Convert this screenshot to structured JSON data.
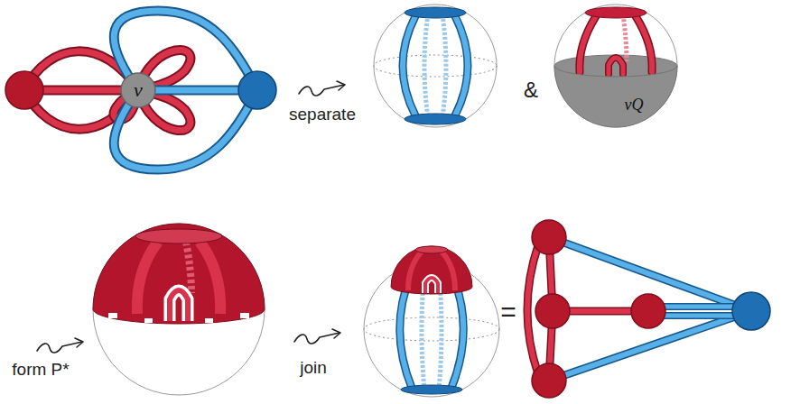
{
  "diagram": {
    "nodes": [
      {
        "text": [
          "v"
        ]
      },
      {
        "text": [
          "vQ"
        ]
      }
    ],
    "labels": [
      "separate",
      "&",
      "form P*",
      "join",
      "="
    ]
  }
}
